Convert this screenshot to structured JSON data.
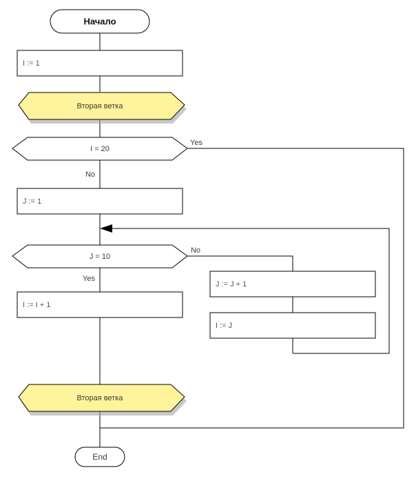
{
  "diagram": {
    "title": "Flowchart",
    "language": "ru",
    "colors": {
      "stroke": "#000000",
      "text": "#3a3a3a",
      "box_fill": "#ffffff",
      "preparation_fill": "#fff49c",
      "preparation_stroke": "#000000",
      "shadow": "#9c9c9c"
    },
    "nodes": {
      "start": {
        "type": "terminator",
        "label": "Начало"
      },
      "init_i": {
        "type": "process",
        "label": "I := 1"
      },
      "branch_top": {
        "type": "preparation",
        "label": "Вторая ветка"
      },
      "decision_i": {
        "type": "decision",
        "label": "I = 20"
      },
      "init_j": {
        "type": "process",
        "label": "J := 1"
      },
      "decision_j": {
        "type": "decision",
        "label": "J = 10"
      },
      "incr_i": {
        "type": "process",
        "label": "I := I + 1"
      },
      "incr_j": {
        "type": "process",
        "label": "J := J + 1"
      },
      "assign_i_j": {
        "type": "process",
        "label": "I := J"
      },
      "branch_bottom": {
        "type": "preparation",
        "label": "Вторая ветка"
      },
      "end": {
        "type": "terminator",
        "label": "End"
      }
    },
    "edge_labels": {
      "i_yes": "Yes",
      "i_no": "No",
      "j_no": "No",
      "j_yes": "Yes"
    }
  }
}
